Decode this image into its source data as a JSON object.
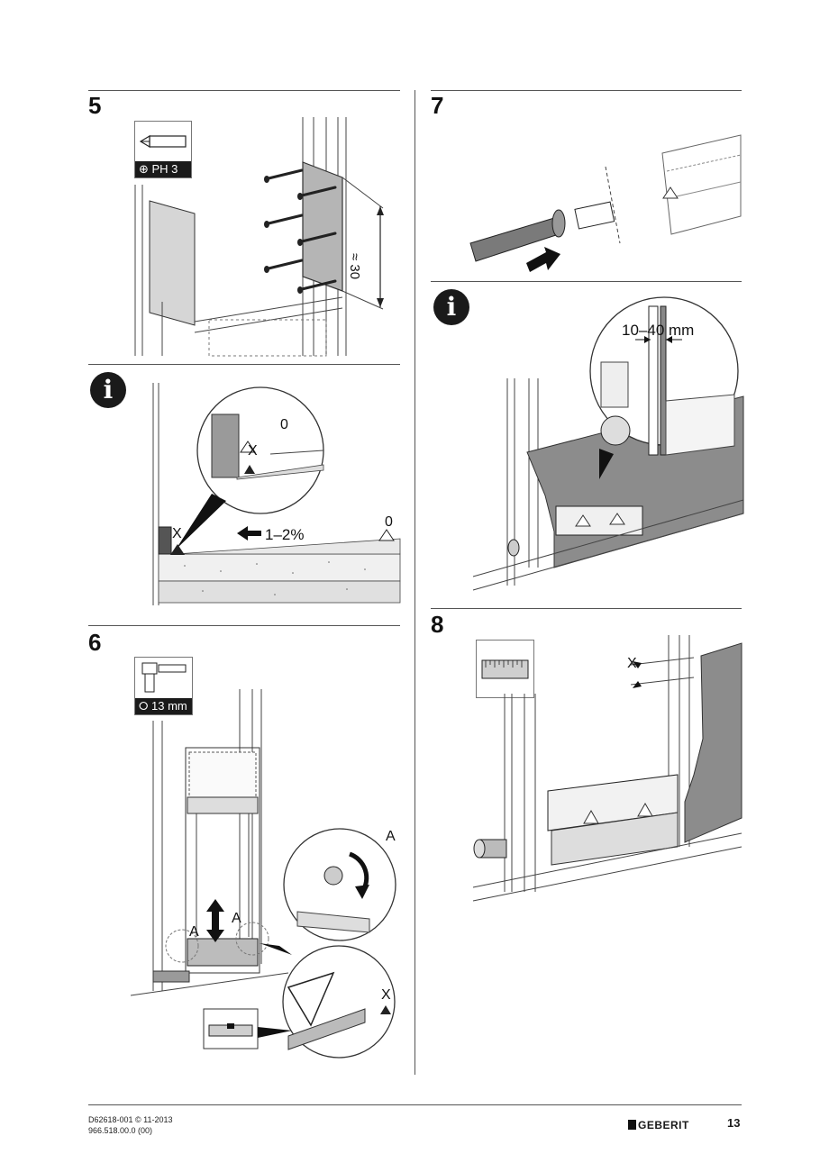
{
  "steps": {
    "s5": "5",
    "s6": "6",
    "s7": "7",
    "s8": "8"
  },
  "info": {
    "icon_glyph": "i"
  },
  "step5": {
    "tool_label": "PH 3",
    "dimension": "≈ 30"
  },
  "info_left": {
    "level_top": "0",
    "marker_top": "X",
    "slope": "1–2%",
    "marker_left": "X",
    "level_right": "0"
  },
  "step6": {
    "tool_label": "13 mm",
    "label_a_left": "A",
    "label_a_right": "A",
    "label_a_detail": "A",
    "label_x": "X"
  },
  "info_right": {
    "range": "10–40 mm"
  },
  "step8": {
    "label_x": "X"
  },
  "footer": {
    "doc_code": "D62618-001 © 11-2013",
    "article": "966.518.00.0 (00)",
    "brand": "GEBERIT",
    "page_number": "13"
  },
  "colors": {
    "panel_grey": "#8c8c8c",
    "dark": "#1a1a1a",
    "light_grey": "#cfcfcf"
  }
}
